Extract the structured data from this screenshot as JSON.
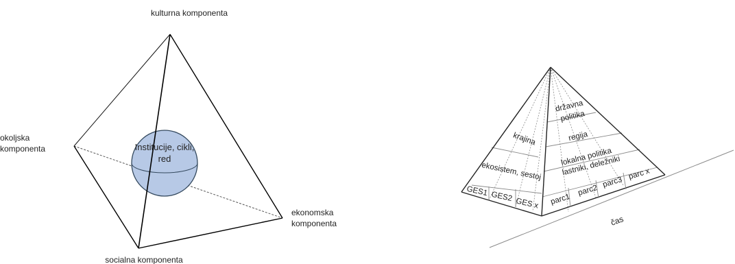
{
  "tetrahedron": {
    "vertex_labels": {
      "top": "kulturna komponenta",
      "left": [
        "okoljska",
        "komponenta"
      ],
      "right": [
        "ekonomska",
        "komponenta"
      ],
      "bottom": "socialna komponenta"
    },
    "sphere_label": [
      "Institucije, cikli,",
      "red"
    ],
    "colors": {
      "sphere_fill": "#b7c9e6",
      "sphere_stroke": "#34495e",
      "edges": "#000000"
    }
  },
  "pyramid": {
    "left_face": [
      "krajina",
      "ekosistem, sestoj"
    ],
    "left_cells": [
      "GES1",
      "GES2",
      "GES x"
    ],
    "right_face": [
      "državna",
      "politika",
      "regija",
      "lokalna politika",
      "lastniki, deležniki"
    ],
    "right_cells": [
      "parc1",
      "parc2",
      "parc3",
      "parc x"
    ],
    "time_axis_label": "čas"
  }
}
